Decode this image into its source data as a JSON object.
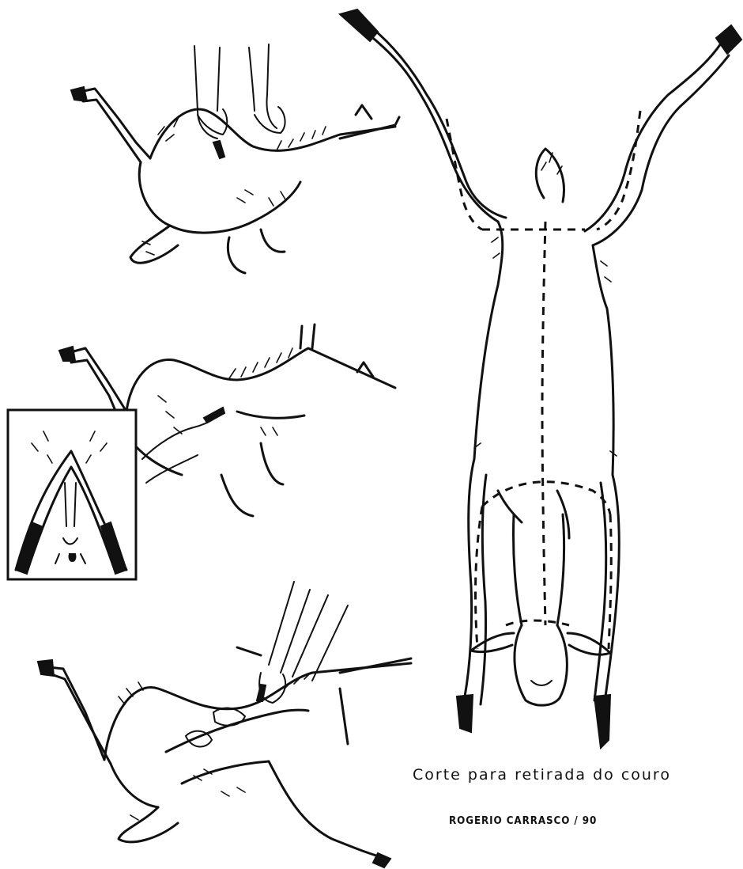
{
  "caption": "Corte para retirada do couro",
  "signature": "ROGERIO CARRASCO / 90",
  "colors": {
    "ink": "#111111",
    "background": "#ffffff"
  },
  "figures": [
    {
      "id": "figure-1",
      "subject": "hands opening the goat's chest with a knife"
    },
    {
      "id": "figure-2",
      "subject": "hand cutting at the hindquarters, with close-up inset"
    },
    {
      "id": "figure-3",
      "subject": "hands removing internal organs from the opened carcass"
    },
    {
      "id": "figure-4",
      "subject": "carcass hung by the hind legs with dashed skinning cut lines"
    }
  ]
}
